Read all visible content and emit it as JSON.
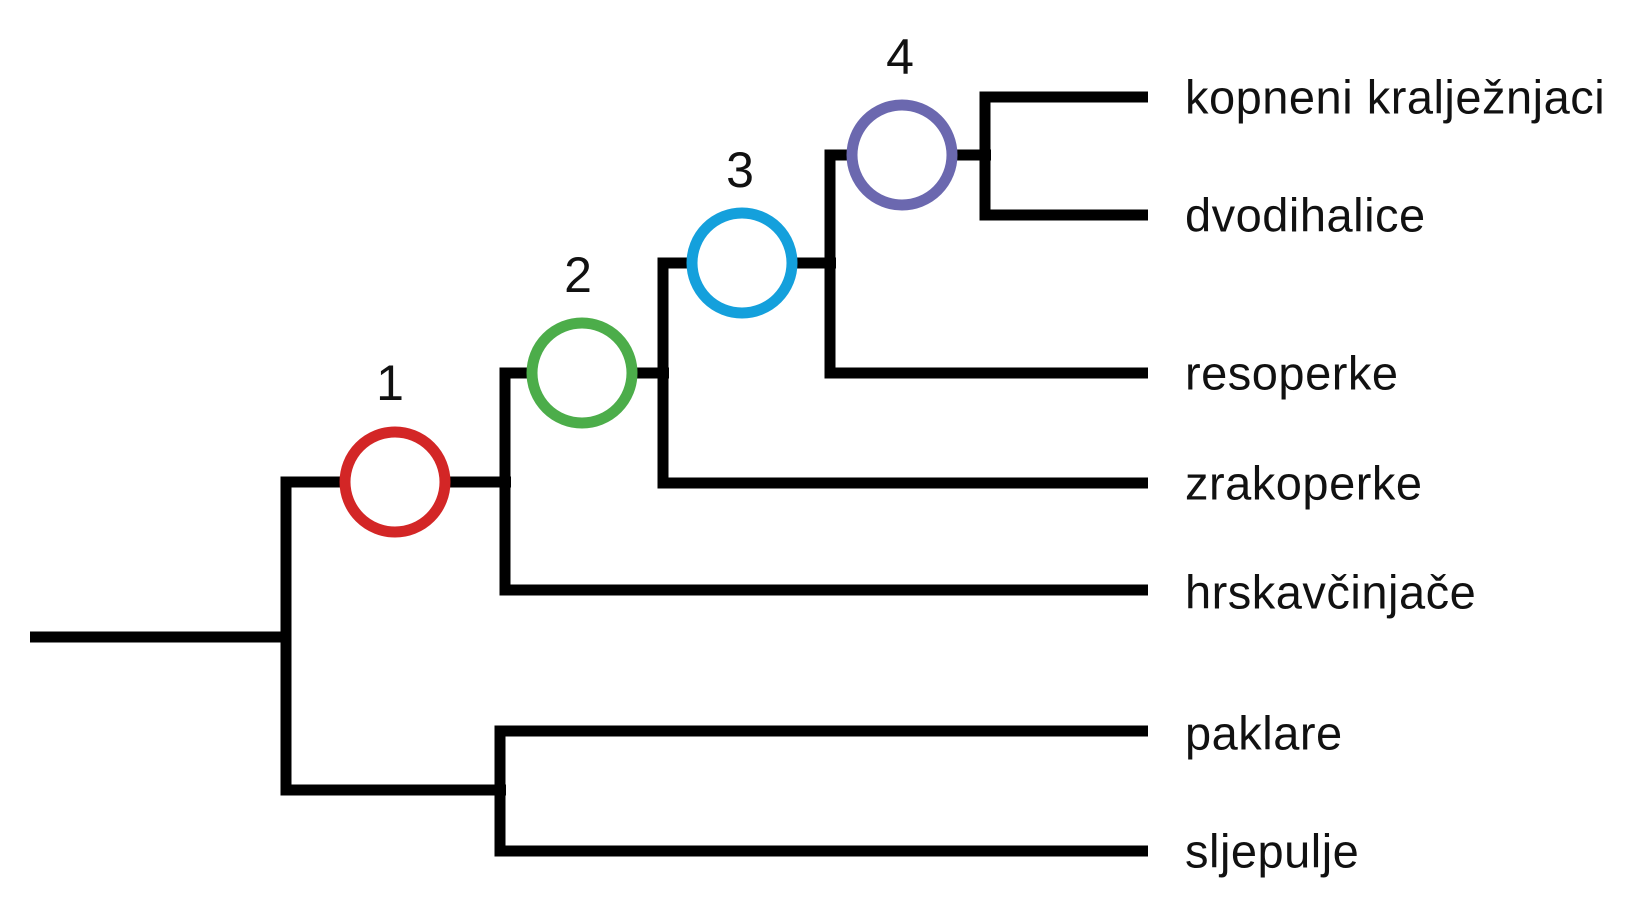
{
  "canvas": {
    "background": "#ffffff",
    "line_color": "#000000",
    "text_color": "#111111"
  },
  "tree": {
    "taxa": [
      {
        "label": "kopneni kralježnjaci"
      },
      {
        "label": "dvodihalice"
      },
      {
        "label": "resoperke"
      },
      {
        "label": "zrakoperke"
      },
      {
        "label": "hrskavčinjače"
      },
      {
        "label": "paklare"
      },
      {
        "label": "sljepulje"
      }
    ],
    "nodes": [
      {
        "number": "1",
        "color": "#d32626"
      },
      {
        "number": "2",
        "color": "#4cad4a"
      },
      {
        "number": "3",
        "color": "#14a0dc"
      },
      {
        "number": "4",
        "color": "#6b68af"
      }
    ],
    "topology": "(((((kopneni kralježnjaci, dvodihalice)4, resoperke)3, zrakoperke)2, hrskavčinjače)1, (paklare, sljepulje))"
  }
}
